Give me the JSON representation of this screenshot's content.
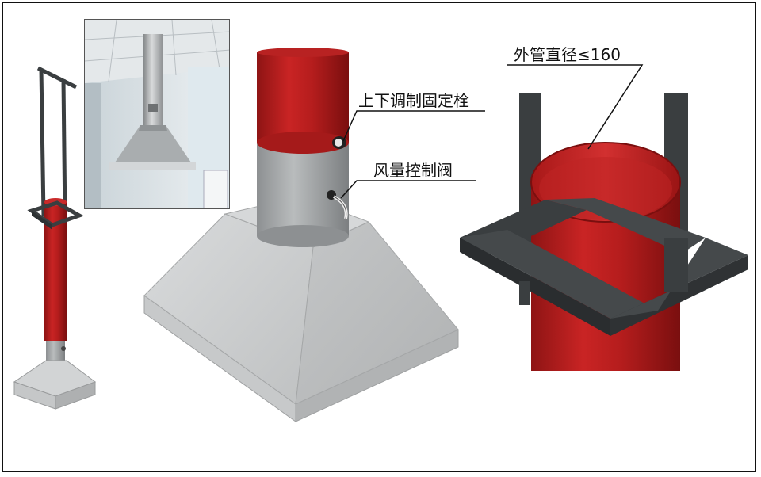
{
  "labels": {
    "clamp": "上下调制固定栓",
    "valve": "风量控制阀",
    "diameter": "外管直径≤160"
  },
  "colors": {
    "pipe_red": "#b81c1c",
    "pipe_red_dark": "#7d1010",
    "steel_gray": "#9ea1a3",
    "base_gray": "#cfd1d2",
    "frame_dark": "#3a3e40"
  }
}
